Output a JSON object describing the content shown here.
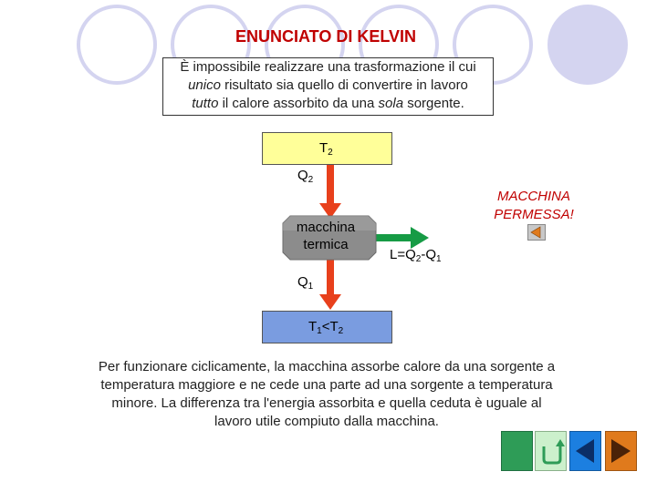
{
  "title": "ENUNCIATO DI KELVIN",
  "statement": {
    "part1": "È impossibile realizzare una trasformazione il cui",
    "unico": "unico",
    "part2": " risultato sia quello di convertire in lavoro",
    "tutto": "tutto",
    "part3": " il calore assorbito da una ",
    "sola": "sola",
    "part4": " sorgente."
  },
  "diagram": {
    "hot_source": {
      "label": "T",
      "sub": "2"
    },
    "cold_source": {
      "label_a": "T",
      "sub_a": "1",
      "mid": "<T",
      "sub_b": "2"
    },
    "q2": {
      "label": "Q",
      "sub": "2"
    },
    "q1": {
      "label": "Q",
      "sub": "1"
    },
    "engine": {
      "line1": "macchina",
      "line2": "termica"
    },
    "work": {
      "a": "L=Q",
      "sub_a": "2",
      "b": "-Q",
      "sub_b": "1"
    },
    "verdict": {
      "line1": "MACCHINA",
      "line2": "PERMESSA!"
    }
  },
  "description": "Per funzionare ciclicamente, la macchina assorbe calore da una sorgente a temperatura maggiore e ne cede una parte ad una sorgente a temperatura minore. La differenza tra l'energia assorbita e quella ceduta è uguale al lavoro utile compiuto dalla macchina.",
  "colors": {
    "title": "#c00000",
    "hot": "#ffff99",
    "cold": "#7a9ce0",
    "engine": "#8c8c8c",
    "arrow_heat": "#e8401c",
    "arrow_work": "#169b45",
    "nav_home": "#2e9c57",
    "nav_return": "#ccf0cc",
    "nav_back": "#1c7fe0",
    "nav_forward": "#e07a1c",
    "decoration": "#d4d4f0"
  },
  "nav": [
    "home-icon",
    "return-icon",
    "back-arrow-icon",
    "forward-arrow-icon"
  ]
}
